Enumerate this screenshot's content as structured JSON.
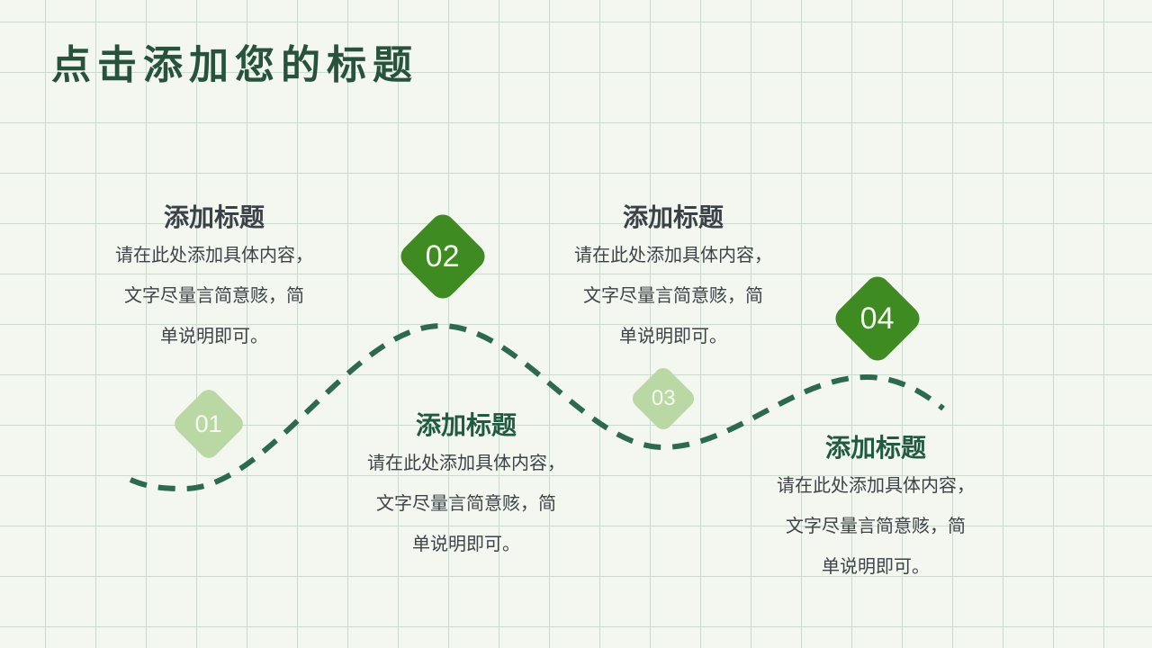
{
  "slide": {
    "title": "点击添加您的标题",
    "colors": {
      "background": "#f3f7f0",
      "grid_line": "#cbdbd0",
      "title_text": "#27533c",
      "curve": "#2b6a4e",
      "diamond_dark": "#3d8b21",
      "diamond_light": "#b9d8a4",
      "diamond_number_text": "#f6faef",
      "heading_gray": "#3a4149",
      "heading_green": "#1f5a41",
      "body_text": "#3d4349"
    },
    "steps": [
      {
        "number": "01",
        "variant": "light",
        "heading": "添加标题",
        "heading_color": "#3a4149",
        "body_lines": [
          "请在此处添加具体内容，",
          "文字尽量言简意赅，简",
          "单说明即可。"
        ]
      },
      {
        "number": "02",
        "variant": "dark",
        "heading": "添加标题",
        "heading_color": "#3a4149",
        "body_lines": [
          "请在此处添加具体内容，",
          "文字尽量言简意赅，简",
          "单说明即可。"
        ]
      },
      {
        "number": "03",
        "variant": "light",
        "heading": "添加标题",
        "heading_color": "#1f5a41",
        "body_lines": [
          "请在此处添加具体内容，",
          "文字尽量言简意赅，简",
          "单说明即可。"
        ]
      },
      {
        "number": "04",
        "variant": "dark",
        "heading": "添加标题",
        "heading_color": "#1f5a41",
        "body_lines": [
          "请在此处添加具体内容，",
          "文字尽量言简意赅，简",
          "单说明即可。"
        ]
      }
    ]
  }
}
